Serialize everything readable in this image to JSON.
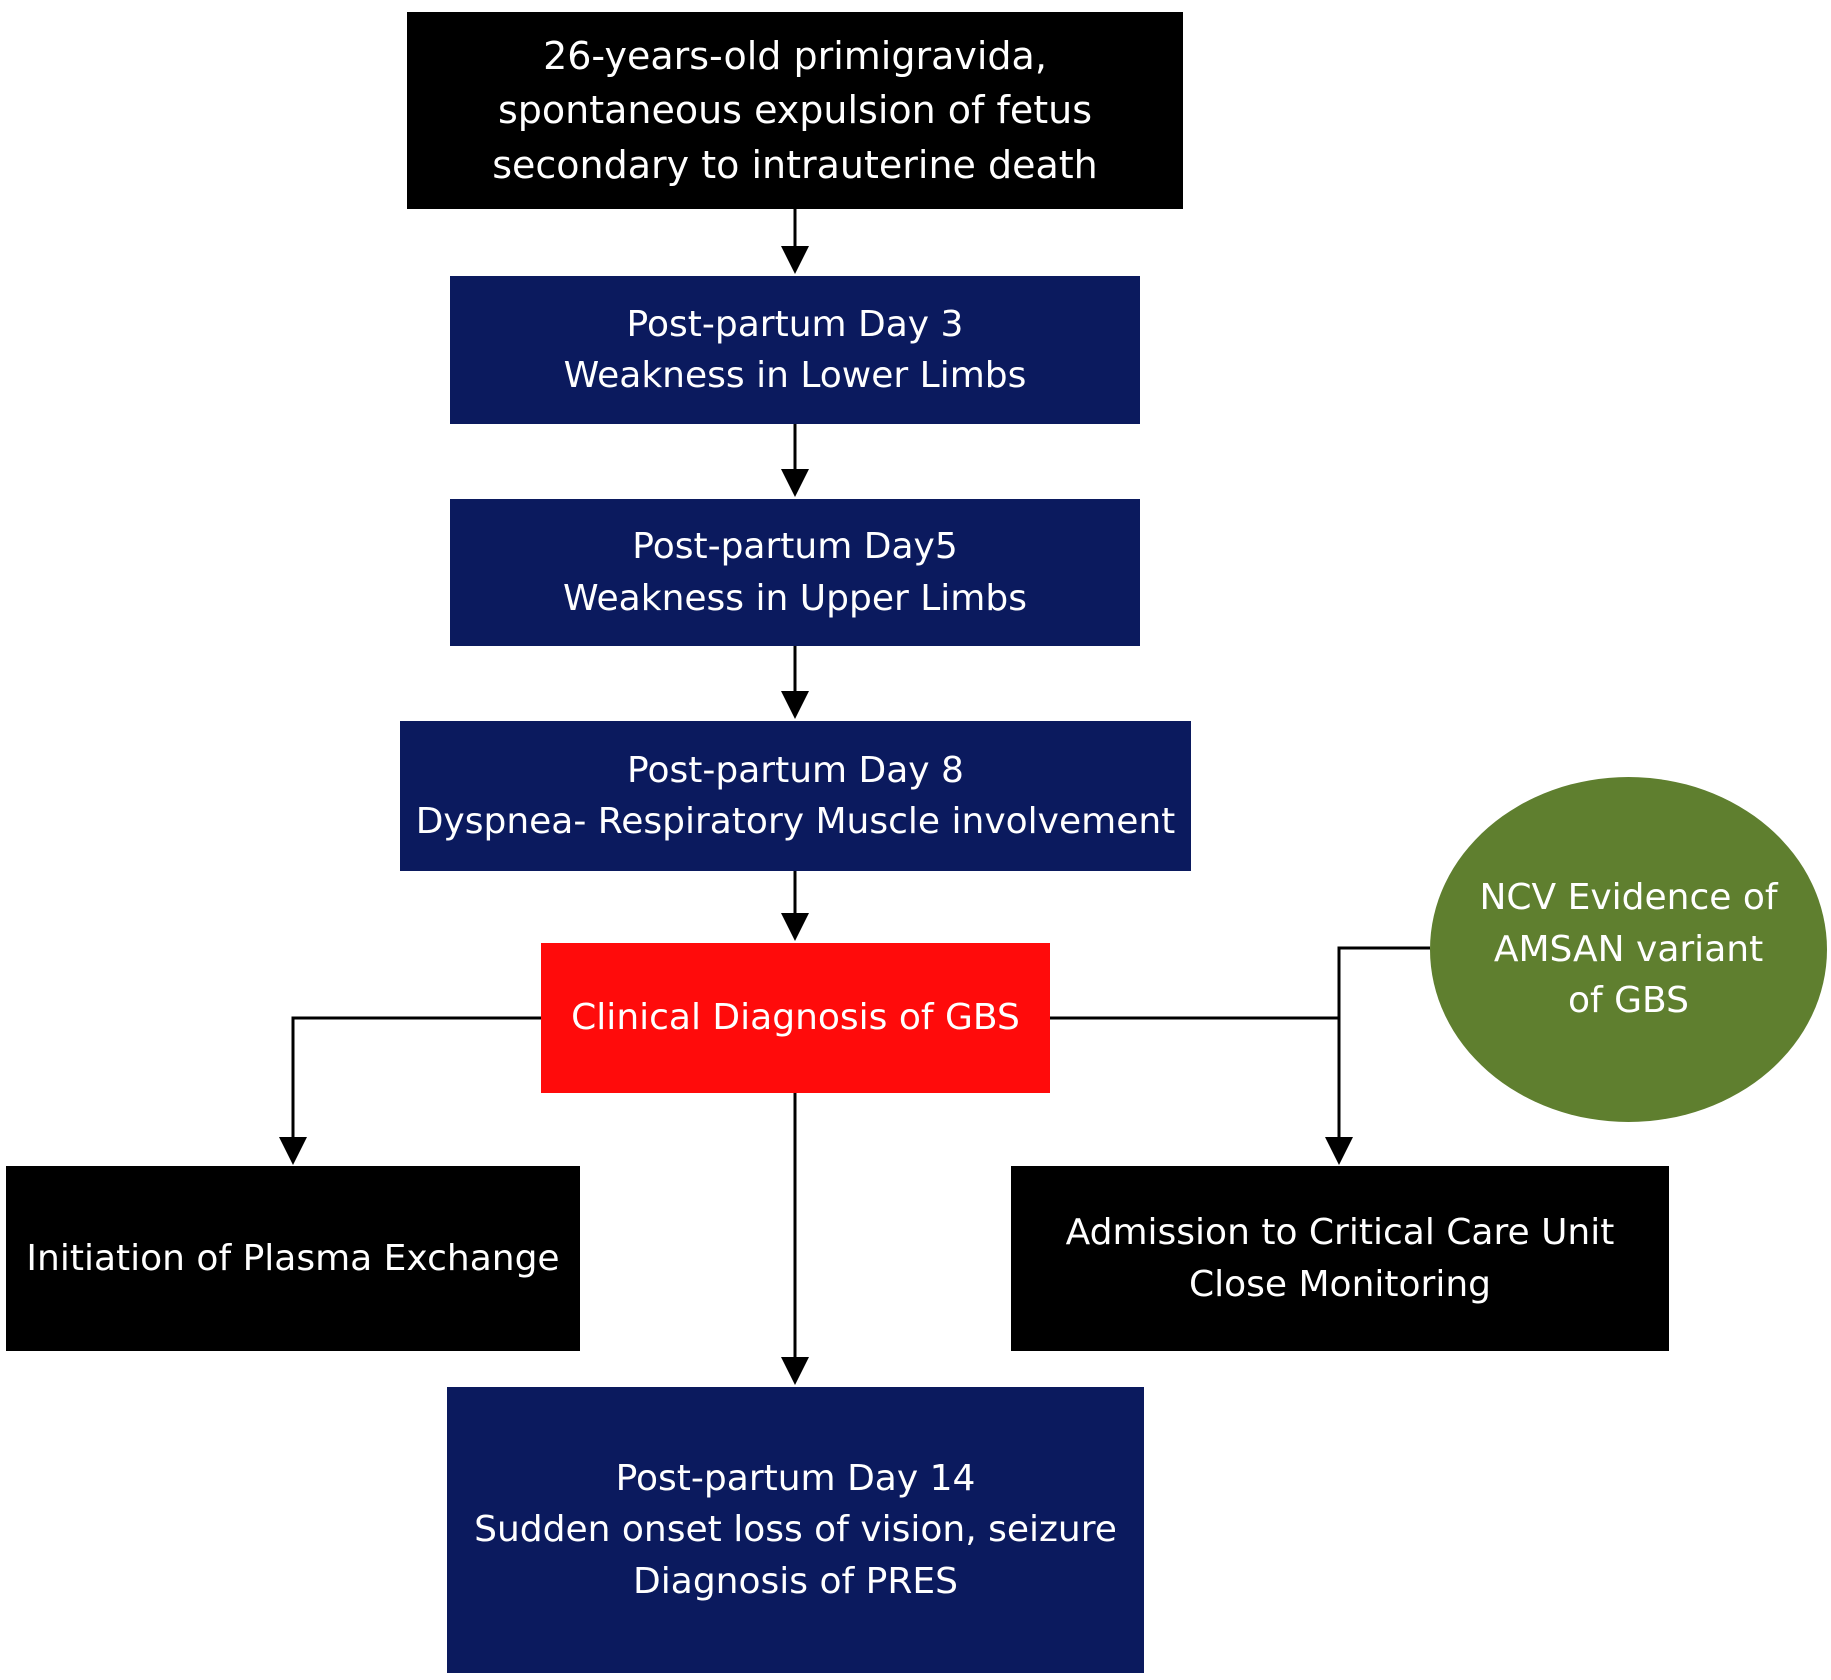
{
  "colors": {
    "black_box": "#000000",
    "navy_box": "#0b1a5e",
    "red_box": "#ff0b0b",
    "green_circle": "#5f7f2f",
    "text": "#ffffff",
    "connector": "#000000"
  },
  "nodes": {
    "patient": {
      "lines": [
        "26-years-old primigravida,",
        "spontaneous expulsion of fetus",
        "secondary to intrauterine death"
      ]
    },
    "day3": {
      "lines": [
        "Post-partum Day 3",
        "Weakness in Lower Limbs"
      ]
    },
    "day5": {
      "lines": [
        "Post-partum Day5",
        "Weakness in Upper Limbs"
      ]
    },
    "day8": {
      "lines": [
        "Post-partum Day 8",
        "Dyspnea- Respiratory Muscle involvement"
      ]
    },
    "diagnosis": {
      "lines": [
        "Clinical Diagnosis of GBS"
      ]
    },
    "ncv": {
      "lines": [
        "NCV Evidence of",
        "AMSAN variant",
        "of GBS"
      ]
    },
    "plasma": {
      "lines": [
        "Initiation of Plasma Exchange"
      ]
    },
    "icu": {
      "lines": [
        "Admission to Critical Care Unit",
        "Close Monitoring"
      ]
    },
    "day14": {
      "lines": [
        "Post-partum Day 14",
        "Sudden onset loss of vision, seizure",
        "Diagnosis of PRES"
      ]
    }
  }
}
